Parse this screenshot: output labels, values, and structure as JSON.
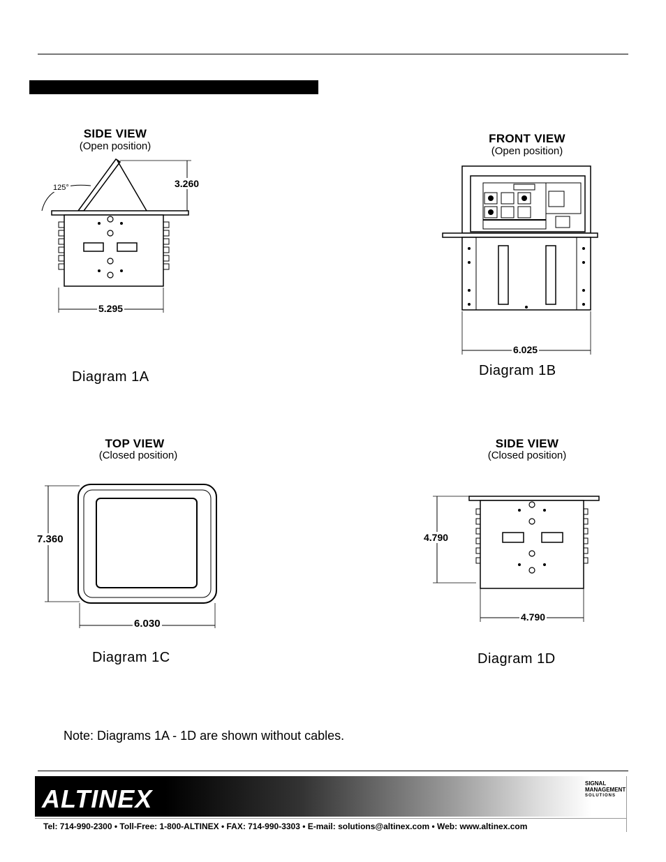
{
  "diagram_1a": {
    "title": "SIDE VIEW",
    "subtitle": "(Open position)",
    "label": "Diagram 1A",
    "angle": "125°",
    "height_dim": "3.260",
    "width_dim": "5.295"
  },
  "diagram_1b": {
    "title": "FRONT VIEW",
    "subtitle": "(Open position)",
    "label": "Diagram 1B",
    "width_dim": "6.025"
  },
  "diagram_1c": {
    "title": "TOP VIEW",
    "subtitle": "(Closed position)",
    "label": "Diagram 1C",
    "height_dim": "7.360",
    "width_dim": "6.030"
  },
  "diagram_1d": {
    "title": "SIDE VIEW",
    "subtitle": "(Closed position)",
    "label": "Diagram 1D",
    "height_dim": "4.790",
    "width_dim": "4.790"
  },
  "note": "Note: Diagrams 1A - 1D are shown without cables.",
  "footer": {
    "logo": "ALTINEX",
    "tagline": [
      "SIGNAL",
      "MANAGEMENT",
      "SOLUTIONS"
    ],
    "contact": "Tel: 714-990-2300 • Toll-Free: 1-800-ALTINEX • FAX: 714-990-3303 • E-mail: solutions@altinex.com • Web: www.altinex.com"
  }
}
